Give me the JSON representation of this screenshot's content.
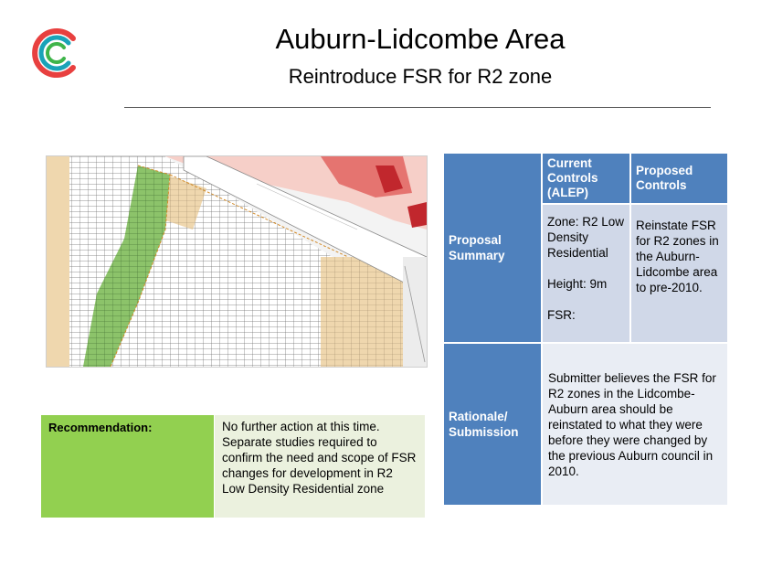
{
  "slide": {
    "title": "Auburn-Lidcombe Area",
    "subtitle": "Reintroduce FSR for R2 zone"
  },
  "colors": {
    "header_blue": "#4f81bd",
    "light_blue": "#d0d8e8",
    "lighter_blue": "#e9edf4",
    "rec_green": "#92d050",
    "rec_light": "#ebf1de",
    "logo_red": "#e8403f",
    "logo_teal": "#1aa3b8",
    "logo_green": "#3fb54a"
  },
  "recommendation": {
    "label": "Recommendation:",
    "text": "No further action at this time. Separate studies required to confirm the need and scope of FSR changes for development in R2 Low Density Residential zone"
  },
  "proposal_table": {
    "header_current": "Current Controls (ALEP)",
    "header_proposed": "Proposed Controls",
    "summary_label": "Proposal Summary",
    "current_zone": "Zone: R2 Low Density Residential",
    "current_height": "Height: 9m",
    "current_fsr": "FSR:",
    "proposed_text": "Reinstate FSR for R2 zones in the Auburn-Lidcombe area to pre-2010.",
    "rationale_label": "Rationale/ Submission",
    "rationale_text": "Submitter believes the FSR for R2 zones in the Lidcombe- Auburn area should be reinstated to what they were before they were changed by the previous Auburn council in 2010."
  },
  "icons": {
    "logo": "council-logo",
    "map": "zoning-map"
  }
}
